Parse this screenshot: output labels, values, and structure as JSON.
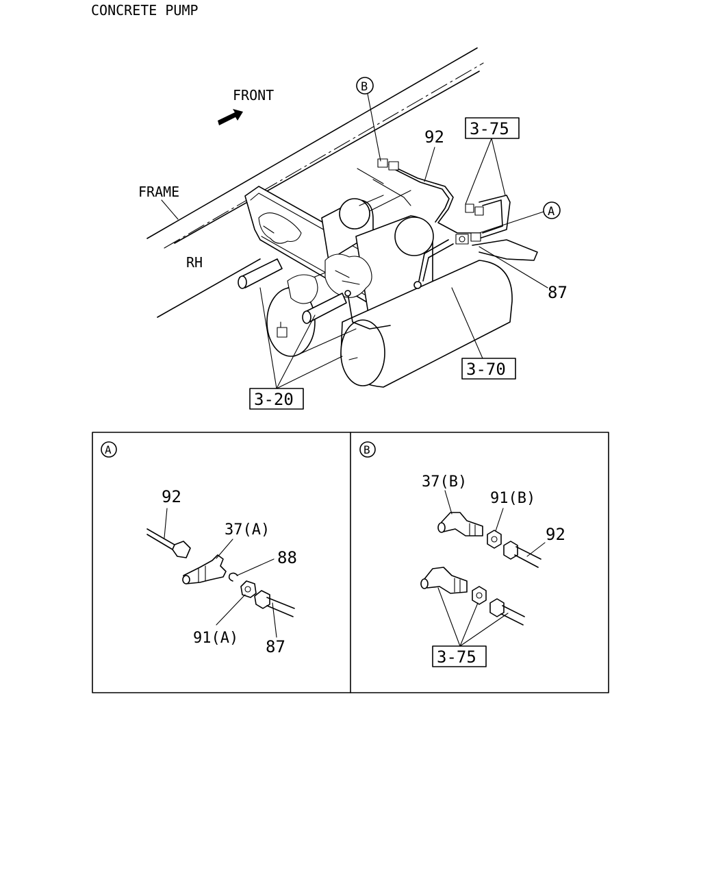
{
  "title": "CONCRETE PUMP",
  "main_view": {
    "front_label": "FRONT",
    "frame_label": "FRAME",
    "rh_label": "RH",
    "callout_a": "A",
    "callout_b": "B",
    "part_92": "92",
    "part_87": "87",
    "ref_3_75": "3-75",
    "ref_3_70": "3-70",
    "ref_3_20": "3-20"
  },
  "detail_a": {
    "marker": "A",
    "part_92": "92",
    "part_37a": "37(A)",
    "part_88": "88",
    "part_91a": "91(A)",
    "part_87": "87"
  },
  "detail_b": {
    "marker": "B",
    "part_37b": "37(B)",
    "part_91b": "91(B)",
    "part_92": "92",
    "ref_3_75": "3-75"
  }
}
